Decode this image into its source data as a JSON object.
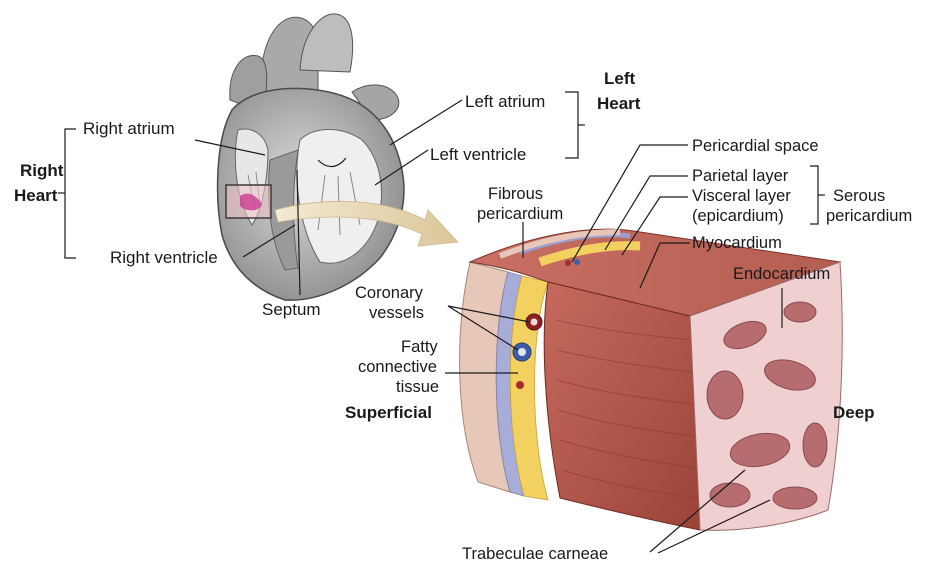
{
  "labels": {
    "left_heart": [
      "Left",
      "Heart"
    ],
    "right_heart": [
      "Right",
      "Heart"
    ],
    "right_atrium": "Right atrium",
    "left_atrium": "Left atrium",
    "left_ventricle": "Left ventricle",
    "right_ventricle": "Right ventricle",
    "septum": "Septum",
    "pericardial_space": "Pericardial space",
    "parietal_layer": "Parietal layer",
    "visceral_layer": "Visceral layer",
    "epicardium": "(epicardium)",
    "serous_pericardium": [
      "Serous",
      "pericardium"
    ],
    "fibrous_pericardium": [
      "Fibrous",
      "pericardium"
    ],
    "myocardium": "Myocardium",
    "endocardium": "Endocardium",
    "coronary_vessels": [
      "Coronary",
      "vessels"
    ],
    "fatty_connective_tissue": [
      "Fatty",
      "connective",
      "tissue"
    ],
    "superficial": "Superficial",
    "deep": "Deep",
    "trabeculae_carneae": "Trabeculae carneae"
  },
  "colors": {
    "muscle": "#b85a4e",
    "muscle_dark": "#8e3b32",
    "endocardium_pink": "#f2d6d6",
    "fat_yellow": "#f0cf55",
    "fibrous": "#e2c1b2",
    "visceral_blue": "#a3a6d6",
    "heart_grey": "#b9b9b9",
    "arrow_tan": "#e6d7b4"
  }
}
